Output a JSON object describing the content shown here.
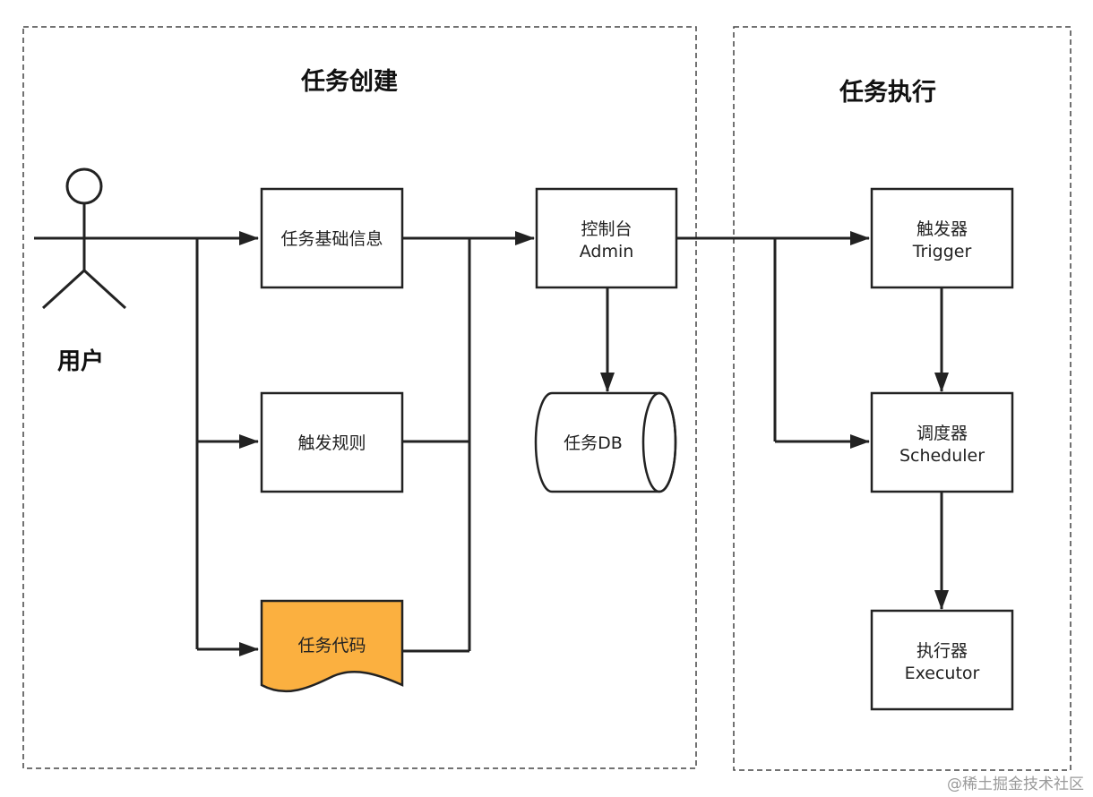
{
  "colors": {
    "doc_fill": "#FBB040",
    "stroke": "#222222"
  },
  "sections": {
    "create_title": "任务创建",
    "exec_title": "任务执行"
  },
  "actor": {
    "label": "用户"
  },
  "nodes": {
    "basic_info": "任务基础信息",
    "trigger_rule": "触发规则",
    "task_code": "任务代码",
    "admin_cn": "控制台",
    "admin_en": "Admin",
    "db": "任务DB",
    "trigger_cn": "触发器",
    "trigger_en": "Trigger",
    "scheduler_cn": "调度器",
    "scheduler_en": "Scheduler",
    "executor_cn": "执行器",
    "executor_en": "Executor"
  },
  "watermark": "@稀土掘金技术社区"
}
